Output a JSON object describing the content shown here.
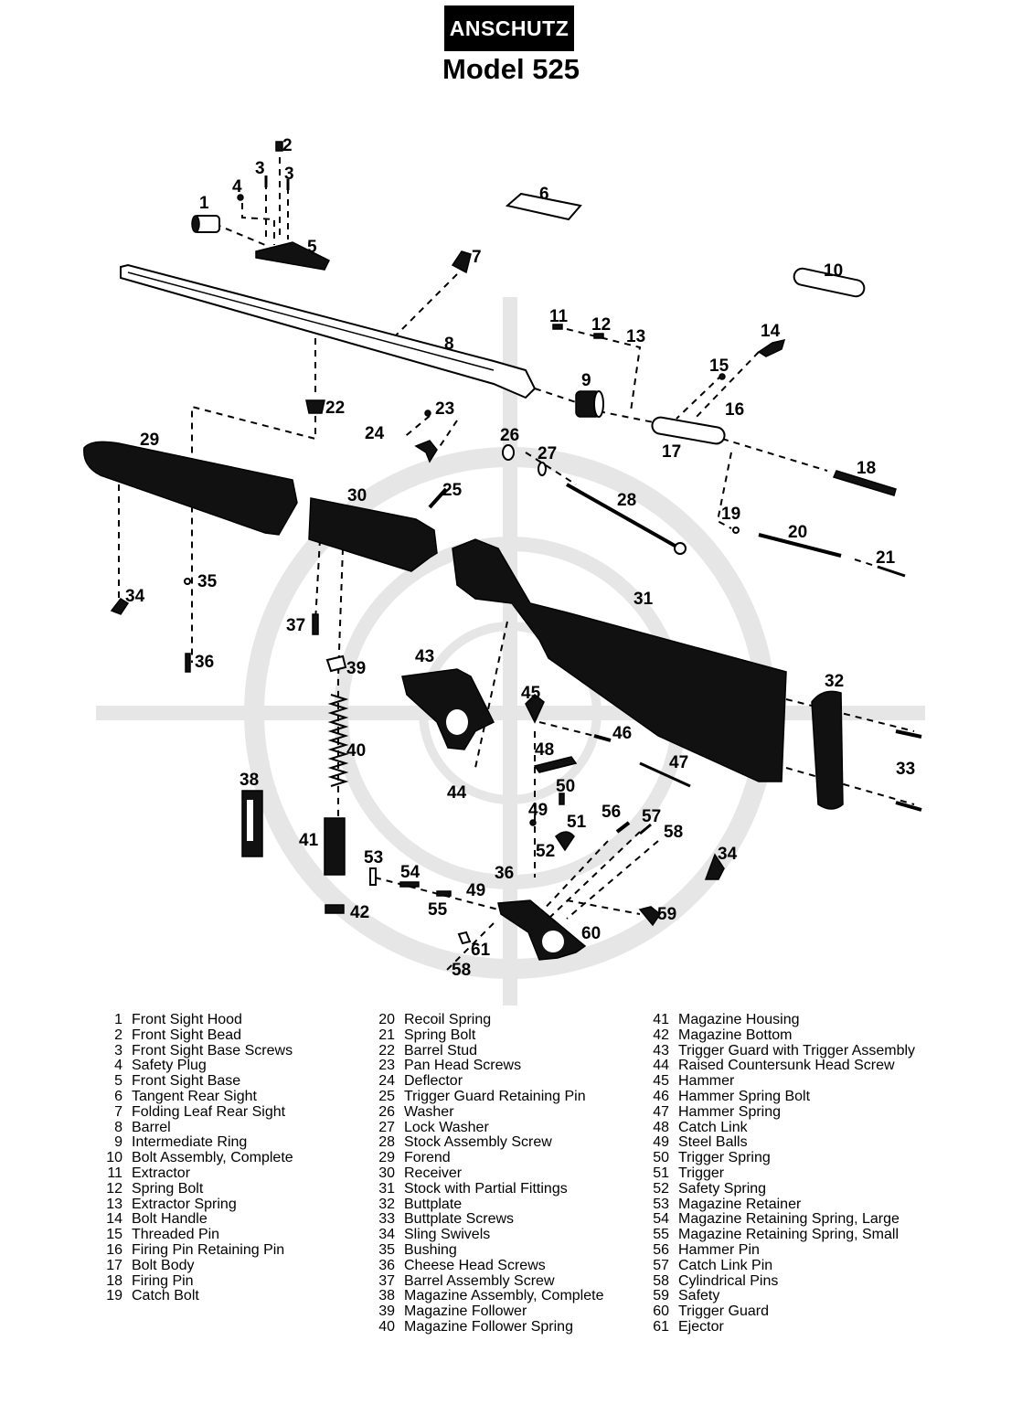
{
  "header": {
    "brand": "ANSCHUTZ",
    "model": "Model 525"
  },
  "parts": [
    {
      "num": "1",
      "name": "Front Sight Hood"
    },
    {
      "num": "2",
      "name": "Front Sight Bead"
    },
    {
      "num": "3",
      "name": "Front Sight Base Screws"
    },
    {
      "num": "4",
      "name": "Safety Plug"
    },
    {
      "num": "5",
      "name": "Front Sight Base"
    },
    {
      "num": "6",
      "name": "Tangent Rear Sight"
    },
    {
      "num": "7",
      "name": "Folding Leaf Rear Sight"
    },
    {
      "num": "8",
      "name": "Barrel"
    },
    {
      "num": "9",
      "name": "Intermediate Ring"
    },
    {
      "num": "10",
      "name": "Bolt Assembly, Complete"
    },
    {
      "num": "11",
      "name": "Extractor"
    },
    {
      "num": "12",
      "name": "Spring Bolt"
    },
    {
      "num": "13",
      "name": "Extractor Spring"
    },
    {
      "num": "14",
      "name": "Bolt Handle"
    },
    {
      "num": "15",
      "name": "Threaded Pin"
    },
    {
      "num": "16",
      "name": "Firing Pin Retaining Pin"
    },
    {
      "num": "17",
      "name": "Bolt Body"
    },
    {
      "num": "18",
      "name": "Firing Pin"
    },
    {
      "num": "19",
      "name": "Catch Bolt"
    },
    {
      "num": "20",
      "name": "Recoil Spring"
    },
    {
      "num": "21",
      "name": "Spring Bolt"
    },
    {
      "num": "22",
      "name": "Barrel Stud"
    },
    {
      "num": "23",
      "name": "Pan Head Screws"
    },
    {
      "num": "24",
      "name": "Deflector"
    },
    {
      "num": "25",
      "name": "Trigger Guard Retaining Pin"
    },
    {
      "num": "26",
      "name": "Washer"
    },
    {
      "num": "27",
      "name": "Lock Washer"
    },
    {
      "num": "28",
      "name": "Stock Assembly Screw"
    },
    {
      "num": "29",
      "name": "Forend"
    },
    {
      "num": "30",
      "name": "Receiver"
    },
    {
      "num": "31",
      "name": "Stock with Partial Fittings"
    },
    {
      "num": "32",
      "name": "Buttplate"
    },
    {
      "num": "33",
      "name": "Buttplate Screws"
    },
    {
      "num": "34",
      "name": "Sling Swivels"
    },
    {
      "num": "35",
      "name": "Bushing"
    },
    {
      "num": "36",
      "name": "Cheese Head Screws"
    },
    {
      "num": "37",
      "name": "Barrel Assembly Screw"
    },
    {
      "num": "38",
      "name": "Magazine Assembly, Complete"
    },
    {
      "num": "39",
      "name": "Magazine Follower"
    },
    {
      "num": "40",
      "name": "Magazine Follower Spring"
    },
    {
      "num": "41",
      "name": "Magazine Housing"
    },
    {
      "num": "42",
      "name": "Magazine Bottom"
    },
    {
      "num": "43",
      "name": "Trigger Guard with Trigger Assembly"
    },
    {
      "num": "44",
      "name": "Raised Countersunk Head Screw"
    },
    {
      "num": "45",
      "name": "Hammer"
    },
    {
      "num": "46",
      "name": "Hammer Spring Bolt"
    },
    {
      "num": "47",
      "name": "Hammer Spring"
    },
    {
      "num": "48",
      "name": "Catch Link"
    },
    {
      "num": "49",
      "name": "Steel Balls"
    },
    {
      "num": "50",
      "name": "Trigger Spring"
    },
    {
      "num": "51",
      "name": "Trigger"
    },
    {
      "num": "52",
      "name": "Safety Spring"
    },
    {
      "num": "53",
      "name": "Magazine Retainer"
    },
    {
      "num": "54",
      "name": "Magazine Retaining Spring, Large"
    },
    {
      "num": "55",
      "name": "Magazine Retaining Spring, Small"
    },
    {
      "num": "56",
      "name": "Hammer Pin"
    },
    {
      "num": "57",
      "name": "Catch Link Pin"
    },
    {
      "num": "58",
      "name": "Cylindrical Pins"
    },
    {
      "num": "59",
      "name": "Safety"
    },
    {
      "num": "60",
      "name": "Trigger Guard"
    },
    {
      "num": "61",
      "name": "Ejector"
    }
  ],
  "callouts": [
    {
      "label": "1"
    },
    {
      "label": "2"
    },
    {
      "label": "3"
    },
    {
      "label": "3"
    },
    {
      "label": "4"
    },
    {
      "label": "5"
    },
    {
      "label": "6"
    },
    {
      "label": "7"
    },
    {
      "label": "8"
    },
    {
      "label": "9"
    },
    {
      "label": "10"
    },
    {
      "label": "11"
    },
    {
      "label": "12"
    },
    {
      "label": "13"
    },
    {
      "label": "14"
    },
    {
      "label": "15"
    },
    {
      "label": "16"
    },
    {
      "label": "17"
    },
    {
      "label": "18"
    },
    {
      "label": "19"
    },
    {
      "label": "20"
    },
    {
      "label": "21"
    },
    {
      "label": "22"
    },
    {
      "label": "23"
    },
    {
      "label": "24"
    },
    {
      "label": "25"
    },
    {
      "label": "26"
    },
    {
      "label": "27"
    },
    {
      "label": "28"
    },
    {
      "label": "29"
    },
    {
      "label": "30"
    },
    {
      "label": "31"
    },
    {
      "label": "32"
    },
    {
      "label": "33"
    },
    {
      "label": "34"
    },
    {
      "label": "34"
    },
    {
      "label": "35"
    },
    {
      "label": "36"
    },
    {
      "label": "36"
    },
    {
      "label": "37"
    },
    {
      "label": "38"
    },
    {
      "label": "39"
    },
    {
      "label": "40"
    },
    {
      "label": "41"
    },
    {
      "label": "42"
    },
    {
      "label": "43"
    },
    {
      "label": "44"
    },
    {
      "label": "45"
    },
    {
      "label": "46"
    },
    {
      "label": "47"
    },
    {
      "label": "48"
    },
    {
      "label": "49"
    },
    {
      "label": "49"
    },
    {
      "label": "50"
    },
    {
      "label": "51"
    },
    {
      "label": "52"
    },
    {
      "label": "53"
    },
    {
      "label": "54"
    },
    {
      "label": "55"
    },
    {
      "label": "56"
    },
    {
      "label": "57"
    },
    {
      "label": "58"
    },
    {
      "label": "58"
    },
    {
      "label": "59"
    },
    {
      "label": "60"
    },
    {
      "label": "61"
    }
  ]
}
